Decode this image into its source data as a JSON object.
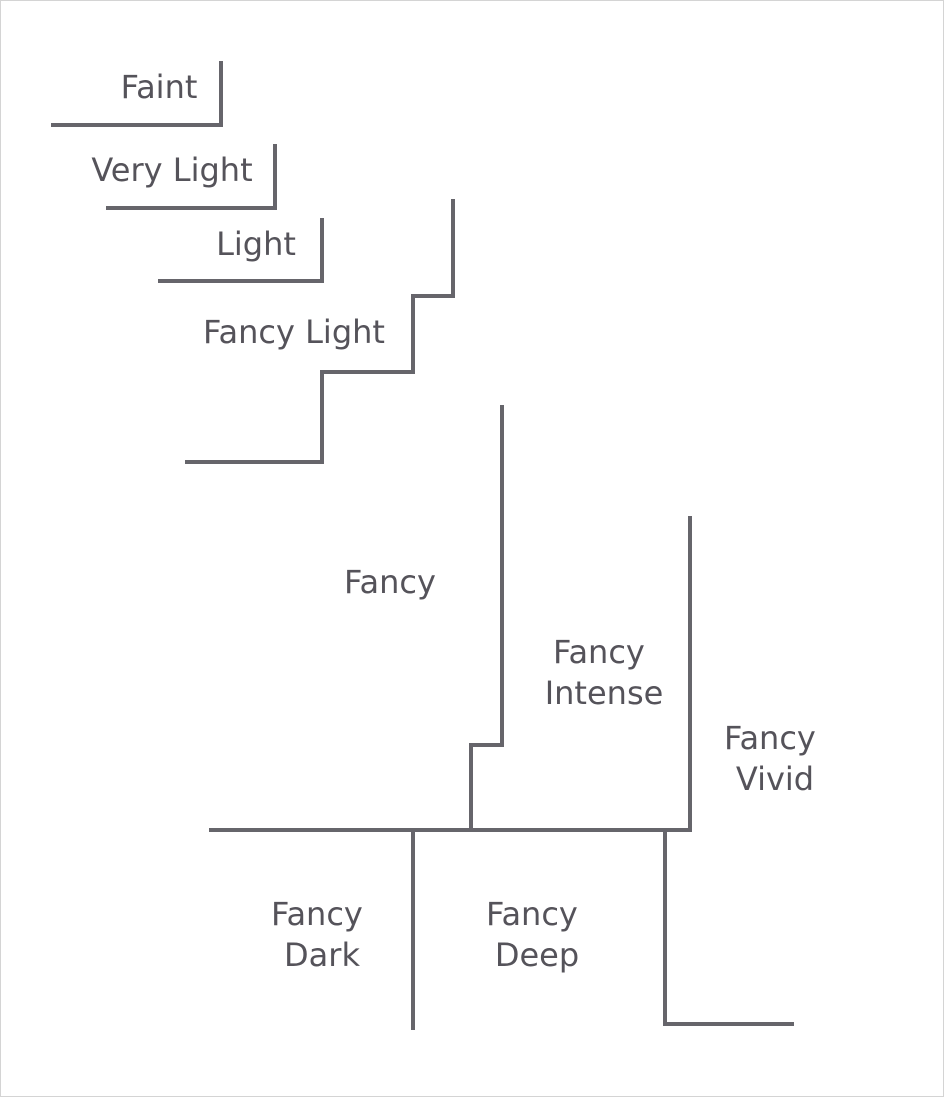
{
  "diagram": {
    "line_color": "#66656b",
    "text_color": "#55535a",
    "grades": {
      "faint": {
        "line1": "Faint"
      },
      "very_light": {
        "line1": "Very Light"
      },
      "light": {
        "line1": "Light"
      },
      "fancy_light": {
        "line1": "Fancy Light"
      },
      "fancy": {
        "line1": "Fancy"
      },
      "fancy_intense": {
        "line1": "Fancy",
        "line2": "Intense"
      },
      "fancy_vivid": {
        "line1": "Fancy",
        "line2": "Vivid"
      },
      "fancy_dark": {
        "line1": "Fancy",
        "line2": "Dark"
      },
      "fancy_deep": {
        "line1": "Fancy",
        "line2": "Deep"
      }
    }
  }
}
